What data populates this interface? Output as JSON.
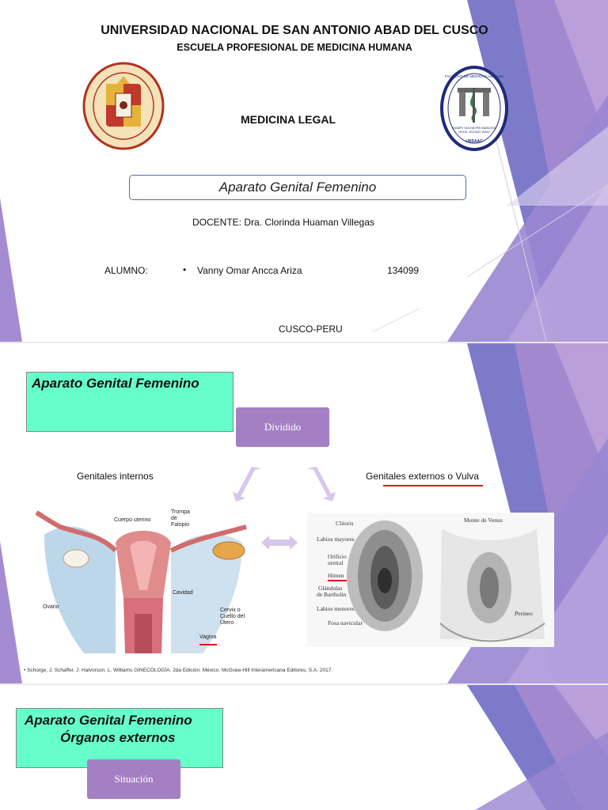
{
  "slide1": {
    "university": "UNIVERSIDAD NACIONAL DE SAN ANTONIO ABAD DEL CUSCO",
    "school": "ESCUELA PROFESIONAL DE MEDICINA HUMANA",
    "course": "MEDICINA LEGAL",
    "topic": "Aparato Genital Femenino",
    "teacher": "DOCENTE: Dra. Clorinda Huaman Villegas",
    "student_label": "ALUMNO:",
    "bullet": "•",
    "student_name": "Vanny Omar Ancca Ariza",
    "student_code": "134099",
    "location": "CUSCO-PERU",
    "right_logo_text": [
      "FACULTAD DE MEDICINA HUMANA",
      "HAMPI YACHAYPA HAMUSSI",
      "HUUK YACHAY WASI",
      "UNSAAC"
    ]
  },
  "slide2": {
    "title": "Aparato Genital Femenino",
    "divided_label": "Dividido",
    "internal_label": "Genitales internos",
    "external_label": "Genitales externos o Vulva",
    "internal_parts": [
      "Cuerpo uterino",
      "Trompa",
      "de",
      "Falopio",
      "Ovario",
      "Cavidad",
      "Cervix o",
      "Cuello del",
      "Útero",
      "Vagina"
    ],
    "external_parts": [
      "Clitoris",
      "Labios mayores",
      "Orificio",
      "uretral",
      "Himen",
      "Glándulas",
      "de Bartholin",
      "Labios menores",
      "Fosa navicular",
      "Monte de Venus",
      "Perineo"
    ],
    "citation": "• Schorge, J. Schaffer, J. Halvorson, L. Williams GINECOLOGÍA. 2da Edición. México. McGraw-Hill Interamericana Editores, S.A. 2017."
  },
  "slide3": {
    "title_line1": "Aparato Genital Femenino",
    "title_line2": "Órganos externos",
    "situation_label": "Situación"
  },
  "colors": {
    "purple_box": "#a57fc3",
    "teal_box": "#66ffcc",
    "red_underline": "#d91a1a",
    "frame_blue": "#4c6fa8"
  }
}
